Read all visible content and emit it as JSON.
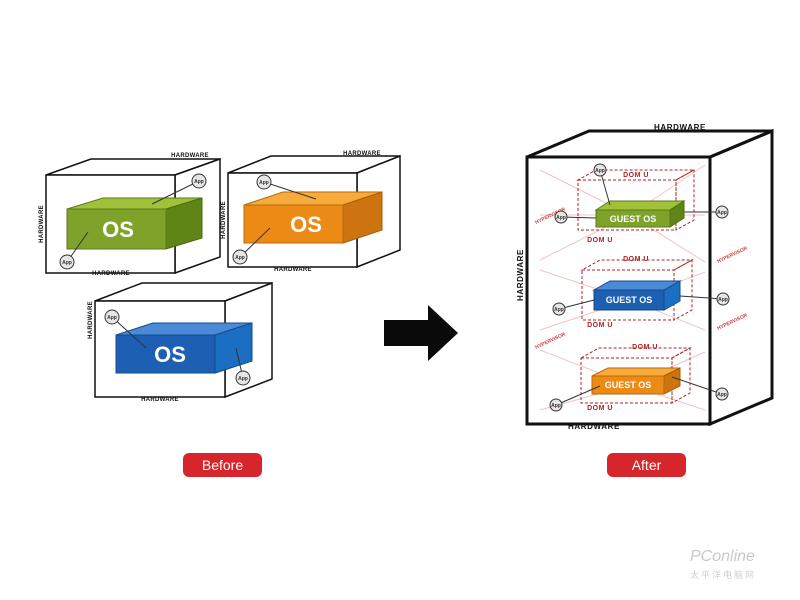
{
  "labels": {
    "hardware": "HARDWARE",
    "os": "OS",
    "guest_os": "GUEST OS",
    "dom_u": "DOM U",
    "app": "App",
    "hypervisor": "HYPERVISOR"
  },
  "buttons": {
    "before": "Before",
    "after": "After"
  },
  "watermark": {
    "brand": "PConline",
    "subtitle": "太平洋电脑网"
  },
  "colors": {
    "green": "#7fa32a",
    "orange": "#ec8a16",
    "blue": "#1d5fb3",
    "red_button": "#d6262b",
    "hypervisor_red": "#d04040"
  }
}
